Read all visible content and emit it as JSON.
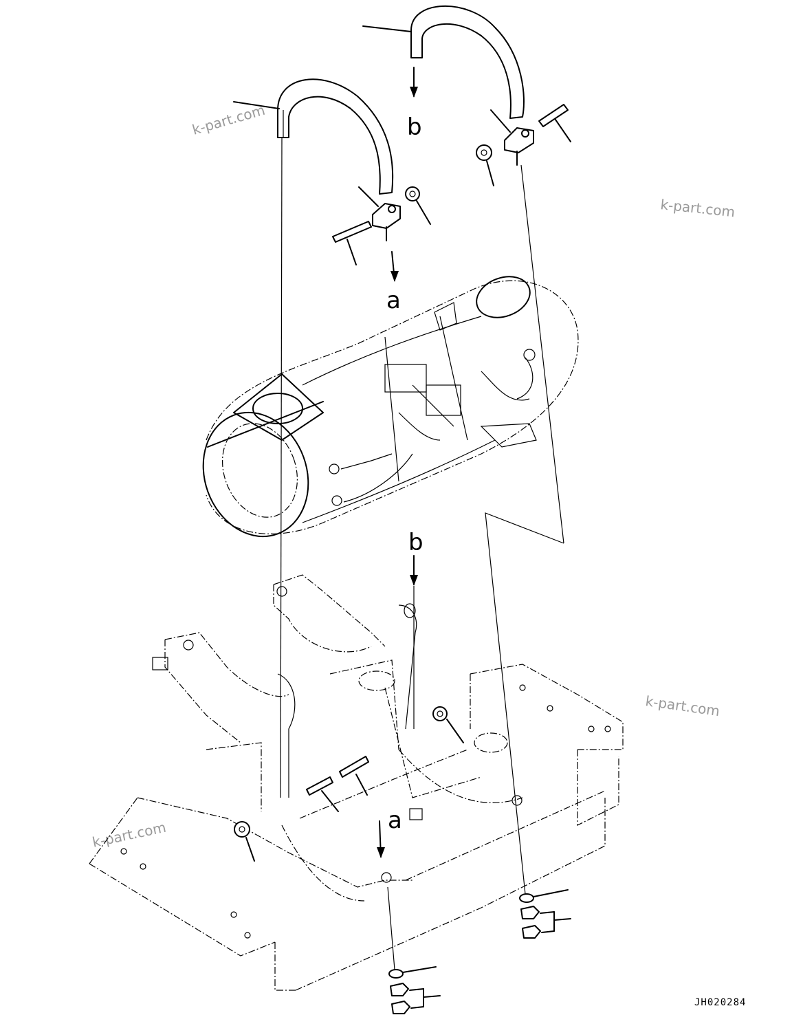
{
  "diagram": {
    "callouts": {
      "a_top": "a",
      "b_top": "b",
      "a_bottom": "a",
      "b_bottom": "b"
    },
    "watermarks": [
      "k-part.com",
      "k-part.com",
      "k-part.com",
      "k-part.com"
    ],
    "drawing_code": "JH020284"
  }
}
